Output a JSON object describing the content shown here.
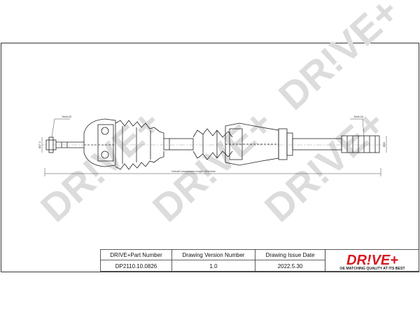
{
  "watermark": {
    "text": "DR!VE+"
  },
  "dimensions": {
    "overall_length": "Overall Compressed Length: 923±4mm",
    "left_spline": "Teeth:25",
    "left_diameter": "Ø27.3",
    "right_spline": "Teeth:26",
    "right_diameter": "Ø28"
  },
  "title_block": {
    "headers": [
      "DRIVE+Part Number",
      "Drawing Version Number",
      "Drawing Issue Date"
    ],
    "values": [
      "DP2110.10.0826",
      "1.0",
      "2022.5.30"
    ]
  },
  "logo": {
    "text": "DR!VE+",
    "tagline": "OE MATCHING QUALITY AT ITS BEST",
    "colors": {
      "primary": "#d71920",
      "dark": "#1a1a1a"
    }
  }
}
